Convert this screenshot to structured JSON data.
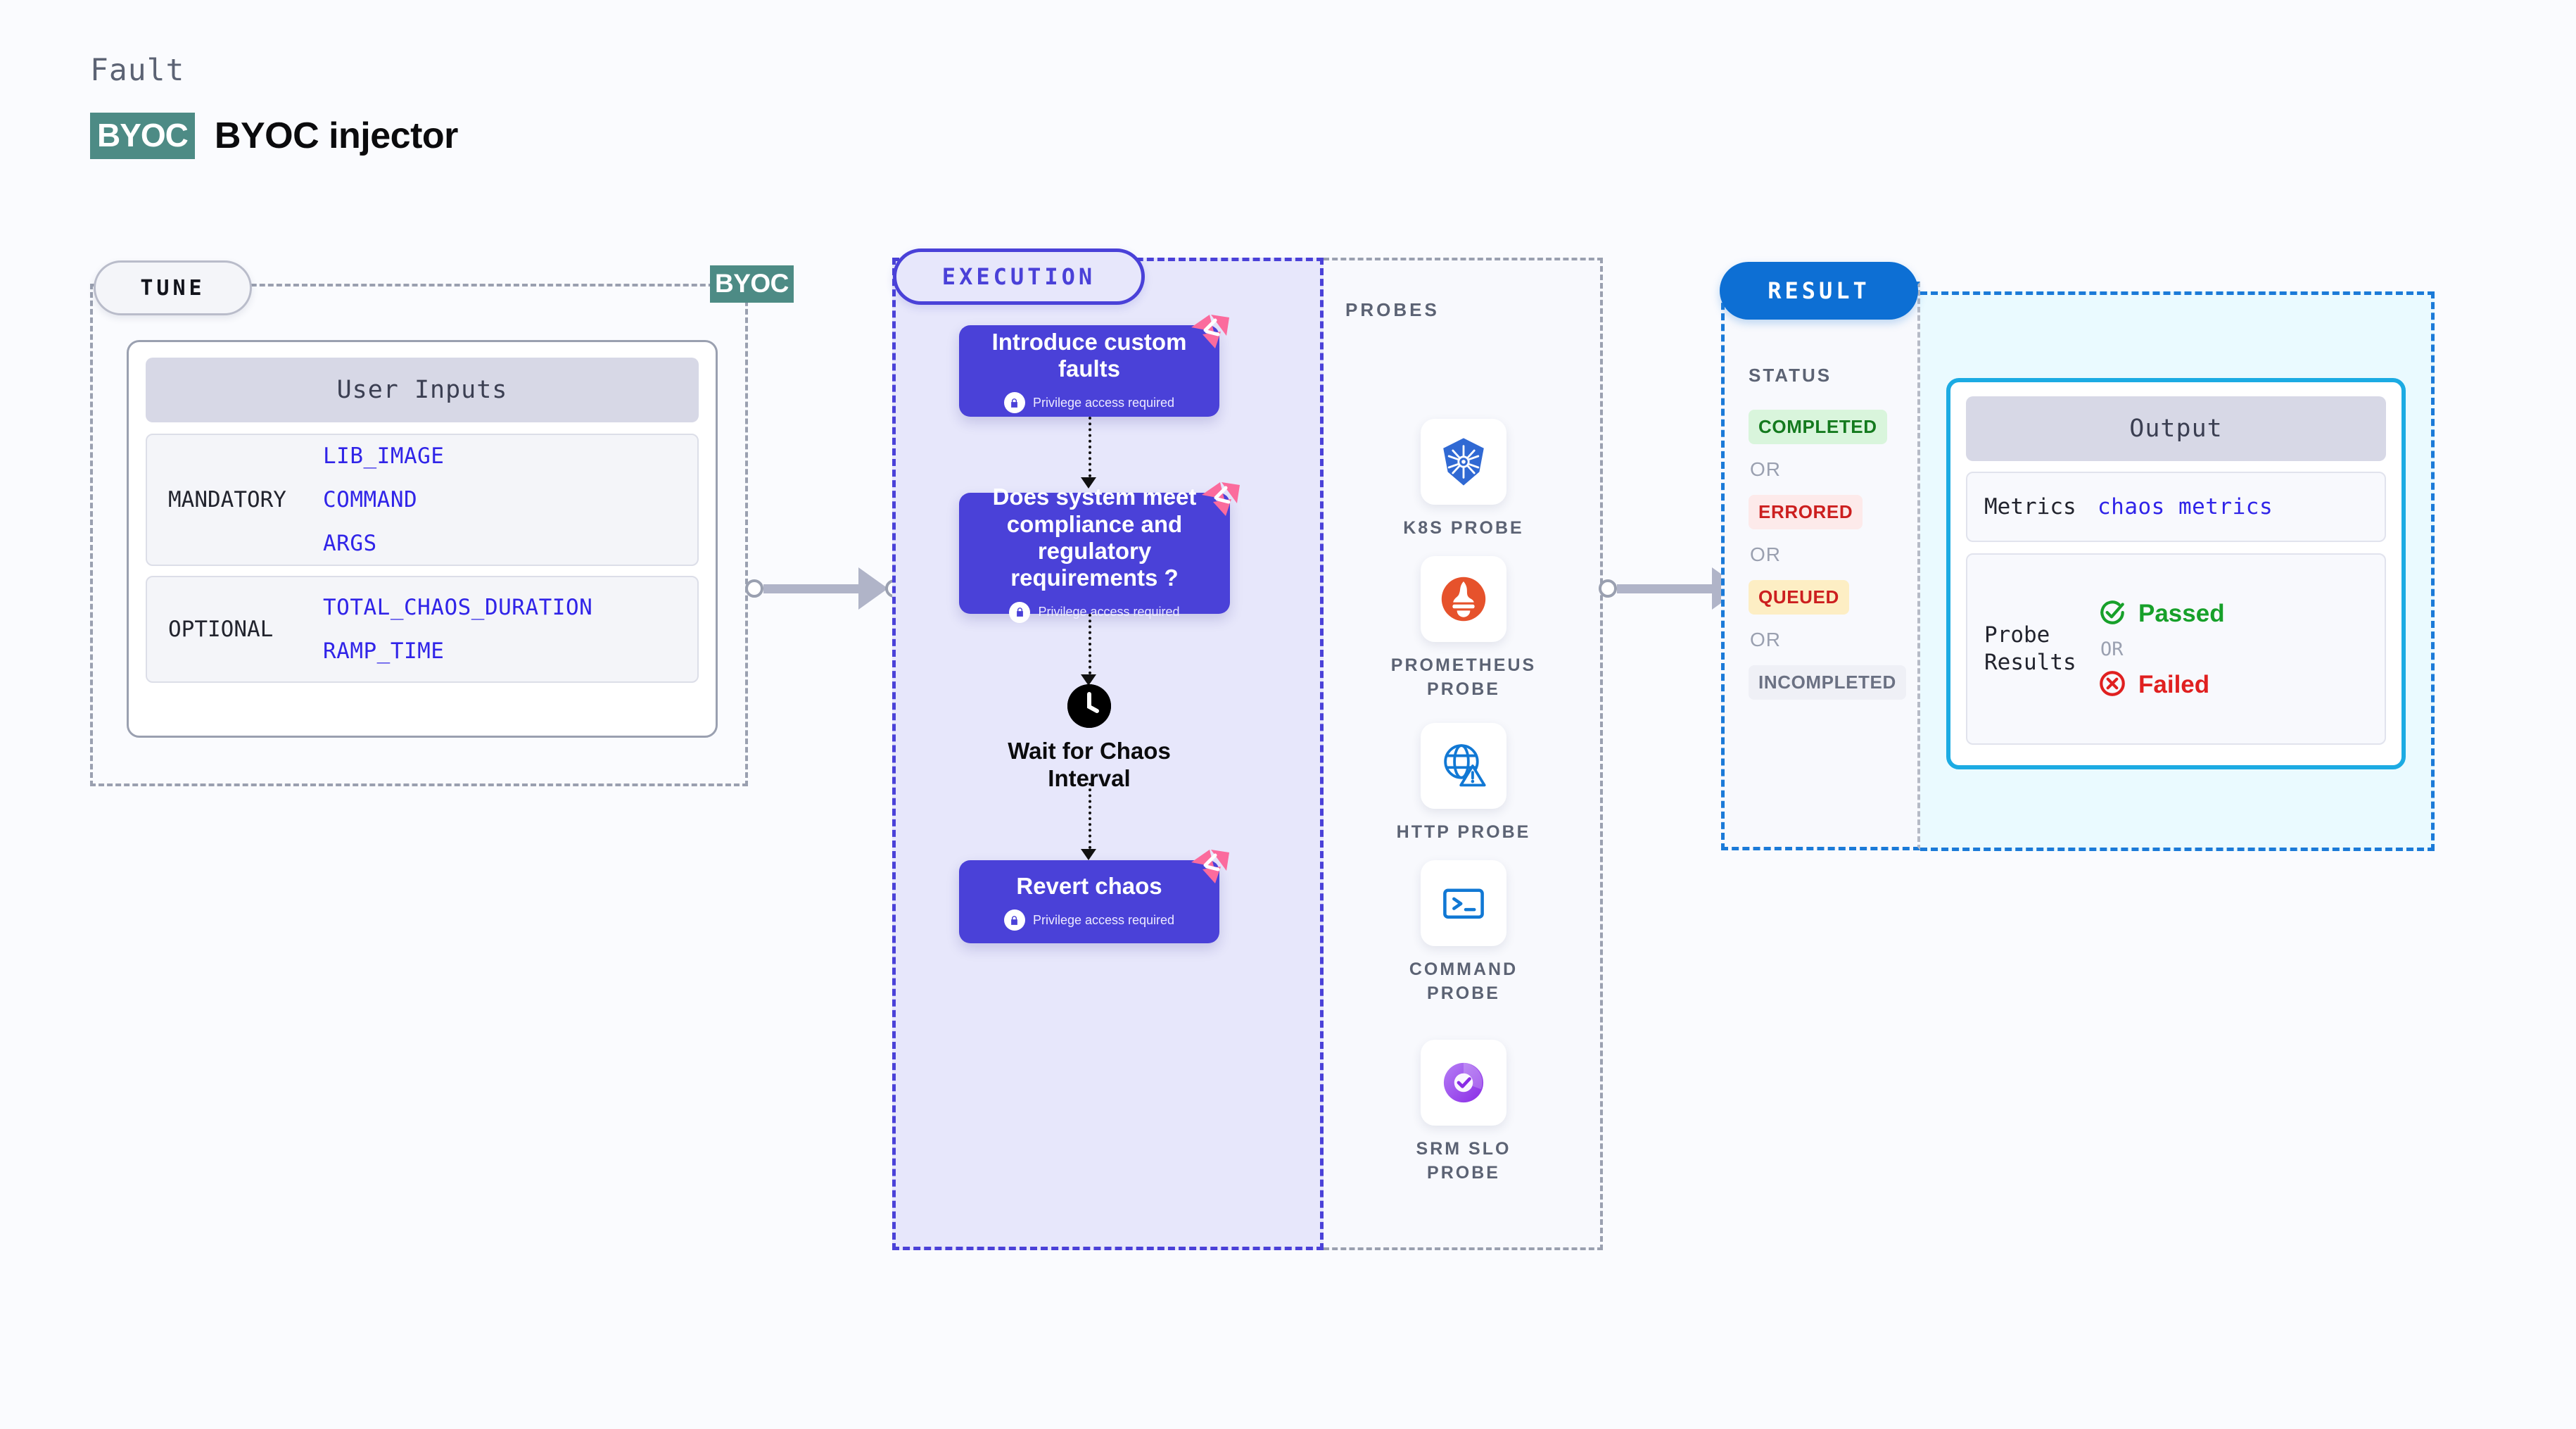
{
  "header": {
    "kicker": "Fault",
    "badge": "BYOC",
    "title": "BYOC injector"
  },
  "tune": {
    "pill_label": "TUNE",
    "byoc_tag": "BYOC",
    "card_header": "User Inputs",
    "groups": [
      {
        "label": "MANDATORY",
        "values": [
          "LIB_IMAGE",
          "COMMAND",
          "ARGS"
        ]
      },
      {
        "label": "OPTIONAL",
        "values": [
          "TOTAL_CHAOS_DURATION",
          "RAMP_TIME"
        ]
      }
    ]
  },
  "execution": {
    "pill_label": "EXECUTION",
    "privilege_note": "Privilege access required",
    "nodes": [
      {
        "title": "Introduce custom faults",
        "privileged": true,
        "icon": "harness-ribbon-icon"
      },
      {
        "title": "Does system meet compliance and regulatory requirements ?",
        "privileged": true,
        "icon": "harness-ribbon-icon"
      },
      {
        "title": "Revert chaos",
        "privileged": true,
        "icon": "harness-ribbon-icon"
      }
    ],
    "wait_node": {
      "title": "Wait for Chaos Interval",
      "icon": "clock-icon"
    }
  },
  "probes": {
    "title": "PROBES",
    "items": [
      {
        "label": "K8S PROBE",
        "icon": "kubernetes-icon"
      },
      {
        "label": "PROMETHEUS PROBE",
        "icon": "prometheus-icon"
      },
      {
        "label": "HTTP PROBE",
        "icon": "globe-warning-icon"
      },
      {
        "label": "COMMAND PROBE",
        "icon": "terminal-icon"
      },
      {
        "label": "SRM SLO PROBE",
        "icon": "srm-slo-icon"
      }
    ]
  },
  "result": {
    "pill_label": "RESULT",
    "status_title": "STATUS",
    "or_label": "OR",
    "statuses": [
      {
        "label": "COMPLETED",
        "color": "#147a1e",
        "bg": "#d9f5dc"
      },
      {
        "label": "ERRORED",
        "color": "#cc1f1f",
        "bg": "#fdeaea"
      },
      {
        "label": "QUEUED",
        "color": "#cc1f1f",
        "bg": "#fdeec4"
      },
      {
        "label": "INCOMPLETED",
        "color": "#6b7183",
        "bg": "#eff0f6"
      }
    ],
    "output": {
      "header": "Output",
      "metrics_label": "Metrics",
      "metrics_value": "chaos metrics",
      "probe_results_label": "Probe Results",
      "passed_label": "Passed",
      "failed_label": "Failed",
      "or_label": "OR",
      "passed_icon": "check-circle-icon",
      "failed_icon": "x-circle-icon",
      "passed_color": "#17a02a",
      "failed_color": "#e02020"
    }
  },
  "colors": {
    "canvas_bg": "#fafbfe",
    "node_indigo": "#4a41d8",
    "ribbon_pink": "#fb6b9d",
    "byoc_teal": "#4d8b85",
    "result_blue": "#0d6fd4",
    "output_border": "#1cabe3"
  }
}
